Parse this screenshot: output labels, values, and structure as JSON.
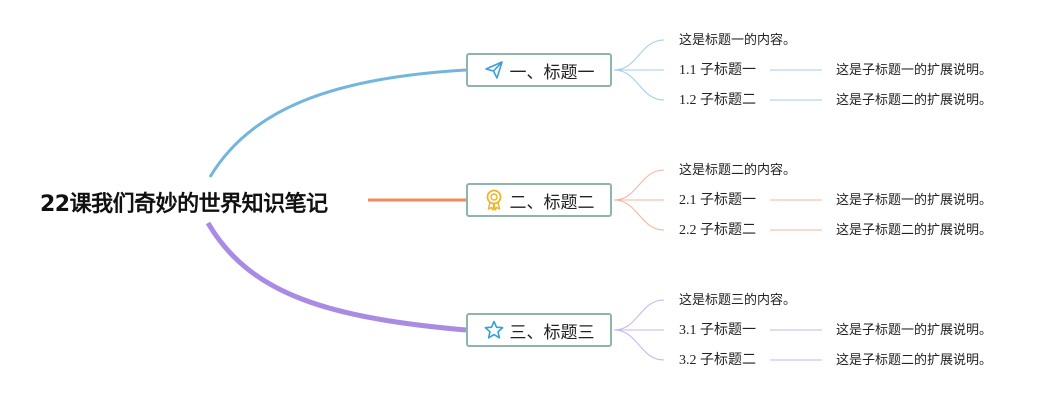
{
  "mindmap": {
    "root": {
      "label": "22课我们奇妙的世界知识笔记"
    },
    "topics": [
      {
        "label": "一、标题一",
        "icon": "paper-plane-icon",
        "color": "#73b6dd",
        "content": "这是标题一的内容。",
        "subtopics": [
          {
            "label": "1.1 子标题一",
            "detail": "这是子标题一的扩展说明。"
          },
          {
            "label": "1.2 子标题二",
            "detail": "这是子标题二的扩展说明。"
          }
        ]
      },
      {
        "label": "二、标题二",
        "icon": "award-medal-icon",
        "color": "#f28a5d",
        "content": "这是标题二的内容。",
        "subtopics": [
          {
            "label": "2.1 子标题一",
            "detail": "这是子标题一的扩展说明。"
          },
          {
            "label": "2.2 子标题二",
            "detail": "这是子标题二的扩展说明。"
          }
        ]
      },
      {
        "label": "三、标题三",
        "icon": "star-icon",
        "color": "#a98be4",
        "content": "这是标题三的内容。",
        "subtopics": [
          {
            "label": "3.1 子标题一",
            "detail": "这是子标题一的扩展说明。"
          },
          {
            "label": "3.2 子标题二",
            "detail": "这是子标题二的扩展说明。"
          }
        ]
      }
    ]
  }
}
